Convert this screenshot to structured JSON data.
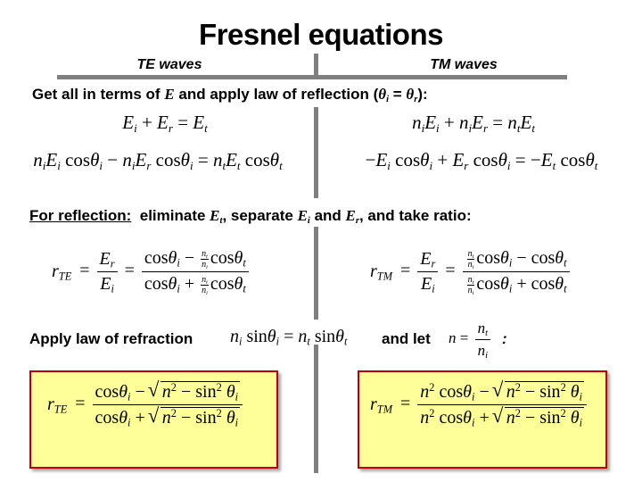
{
  "title": "Fresnel equations",
  "columns": {
    "left_heading": "TE waves",
    "right_heading": "TM waves"
  },
  "colors": {
    "divider": "#7f7f7f",
    "box_fill": "#ffff99",
    "box_border": "#c00000",
    "text": "#000000"
  },
  "section1": {
    "prefix": "Get all in terms of ",
    "var": "E",
    "middle": " and apply law of reflection (",
    "theta_i": "θ",
    "sub_i": "i",
    "equals": " = ",
    "theta_r": "θ",
    "sub_r": "r",
    "suffix": "):",
    "te_eq1": "E_i + E_r = E_t",
    "te_eq2": "n_i E_i cosθ_i − n_i E_r cosθ_i = n_t E_t cosθ_t",
    "tm_eq1": "n_i E_i + n_i E_r = n_t E_t",
    "tm_eq2": "−E_i cosθ_i + E_r cosθ_i = −E_t cosθ_t"
  },
  "section2": {
    "label": "For reflection:",
    "text1": "  eliminate ",
    "var_t": "E",
    "sub_t": "t",
    "text2": ", separate ",
    "var_i": "E",
    "sub_i": "i",
    "text3": " and ",
    "var_r": "E",
    "sub_r": "r",
    "text4": ", and take ratio:",
    "te_ratio": "r_TE = E_r/E_i = (cosθ_i − (n_t/n_i) cosθ_t) / (cosθ_i + (n_t/n_i) cosθ_t)",
    "tm_ratio": "r_TM = E_r/E_i = ((n_t/n_i) cosθ_i − cosθ_t) / ((n_t/n_i) cosθ_i + cosθ_t)"
  },
  "section3": {
    "prefix": "Apply law of refraction",
    "snell": "n_i sinθ_i = n_t sinθ_t",
    "middle": "and let",
    "n_def": "n = n_t / n_i",
    "suffix": ":"
  },
  "results": {
    "te": "r_TE = (cosθ_i − √(n² − sin²θ_i)) / (cosθ_i + √(n² − sin²θ_i))",
    "tm": "r_TM = (n² cosθ_i − √(n² − sin²θ_i)) / (n² cosθ_i + √(n² − sin²θ_i))"
  },
  "symbols": {
    "E": "E",
    "n": "n",
    "r": "r",
    "theta": "θ",
    "cos": "cos",
    "sin": "sin",
    "i": "i",
    "t": "t",
    "sub_r": "r",
    "TE": "TE",
    "TM": "TM",
    "plus": " + ",
    "minus": " − ",
    "eq": " = ",
    "neg": "−",
    "two": "2"
  }
}
